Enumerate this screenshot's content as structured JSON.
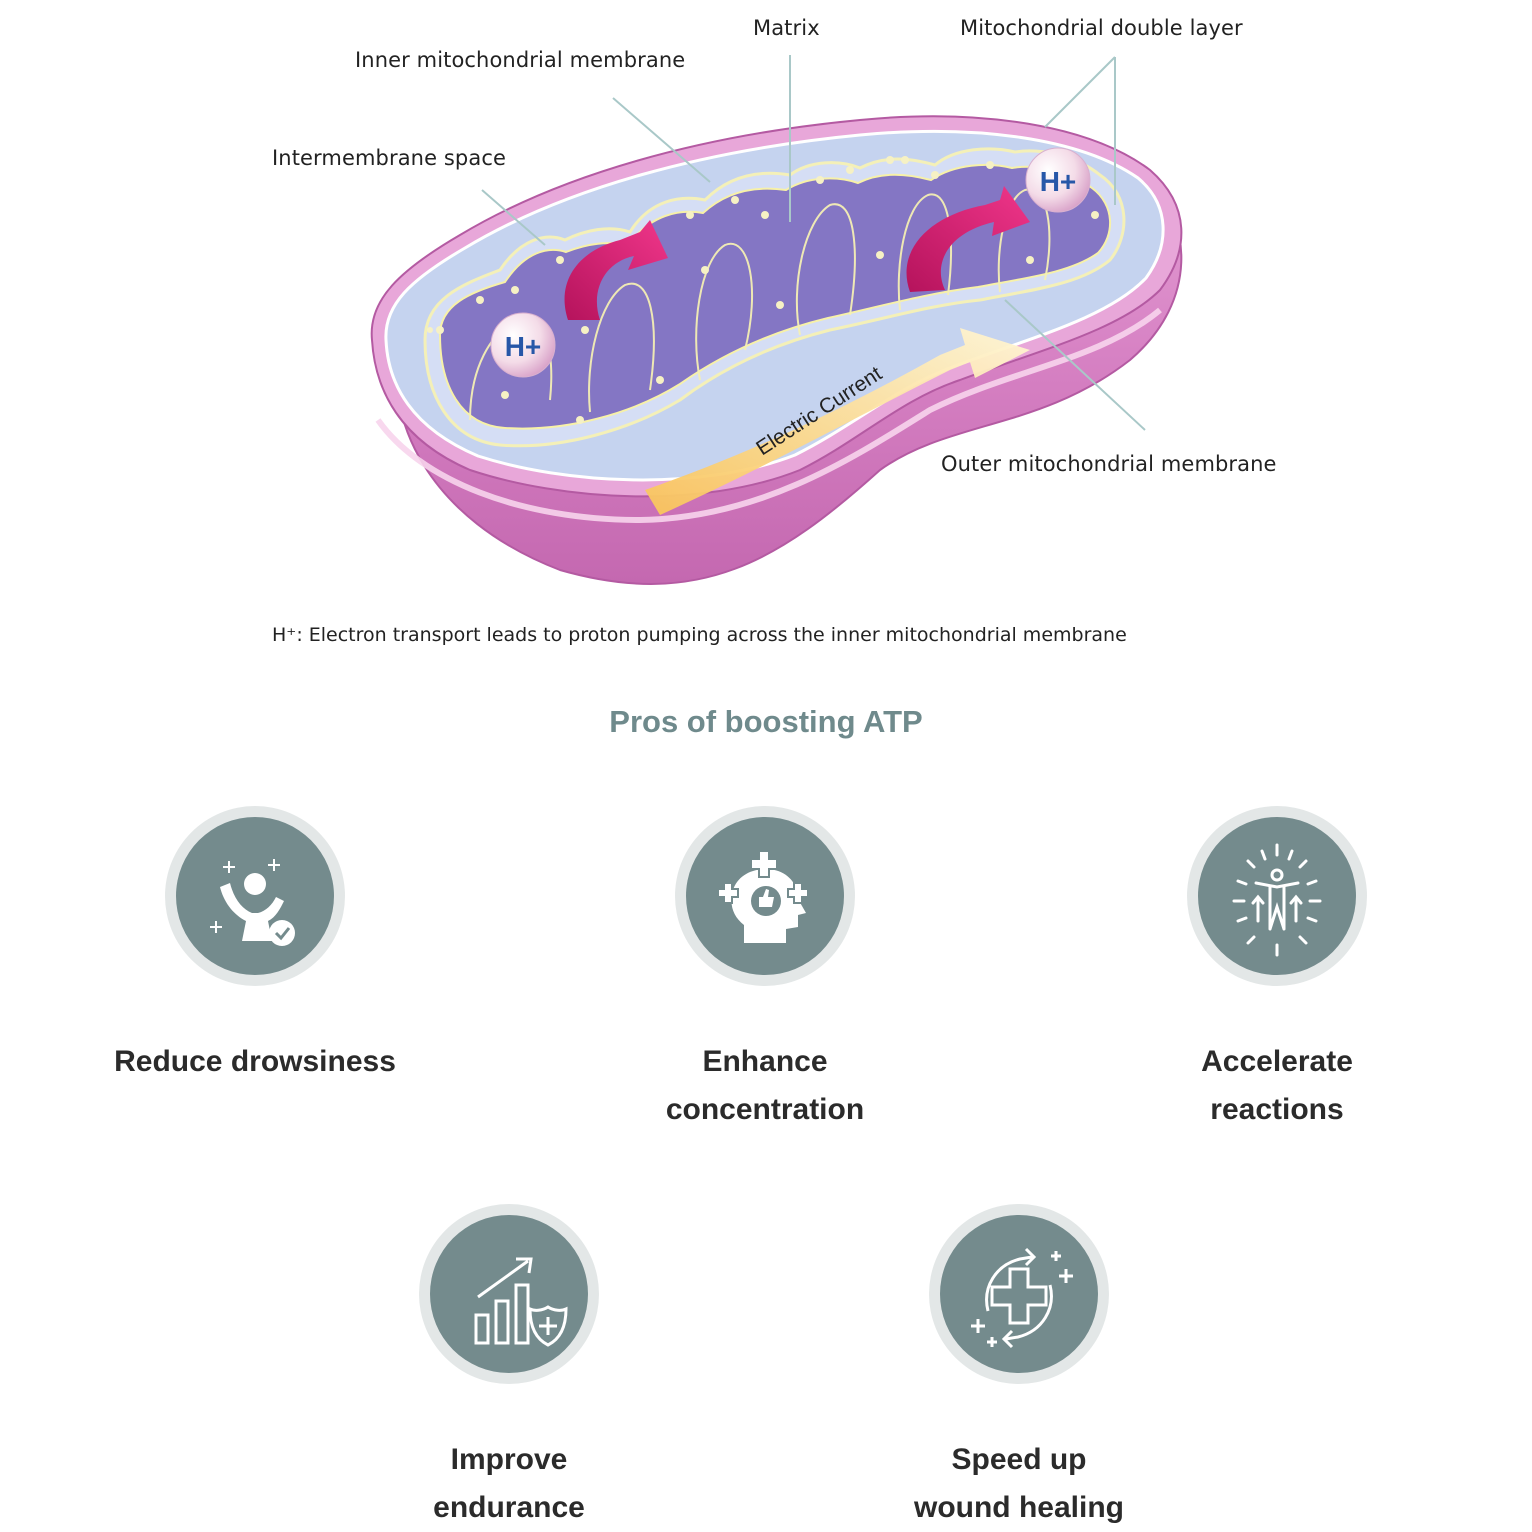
{
  "diagram": {
    "labels": {
      "inner_membrane": "Inner mitochondrial membrane",
      "matrix": "Matrix",
      "double_layer": "Mitochondrial double layer",
      "intermembrane_space": "Intermembrane space",
      "outer_membrane": "Outer mitochondrial membrane",
      "electric_current": "Electric Current",
      "proton_1": "H+",
      "proton_2": "H+"
    },
    "caption": "H⁺: Electron transport leads to proton pumping across the inner mitochondrial membrane"
  },
  "section_title": "Pros of boosting ATP",
  "benefits": [
    {
      "icon": "celebrating-person-icon",
      "line1": "Reduce drowsiness",
      "line2": ""
    },
    {
      "icon": "brain-thumbs-up-icon",
      "line1": "Enhance",
      "line2": "concentration"
    },
    {
      "icon": "energized-person-icon",
      "line1": "Accelerate",
      "line2": "reactions"
    },
    {
      "icon": "growth-chart-shield-icon",
      "line1": "Improve",
      "line2": "endurance"
    },
    {
      "icon": "healing-cross-icon",
      "line1": "Speed up",
      "line2": "wound healing"
    }
  ],
  "colors": {
    "badge": "#748b8d",
    "badge_ring": "#e3e7e7",
    "title": "#6f8a8c",
    "membrane": "#d684c4",
    "matrix": "#8a7bc7",
    "arrow": "#e8237a"
  }
}
